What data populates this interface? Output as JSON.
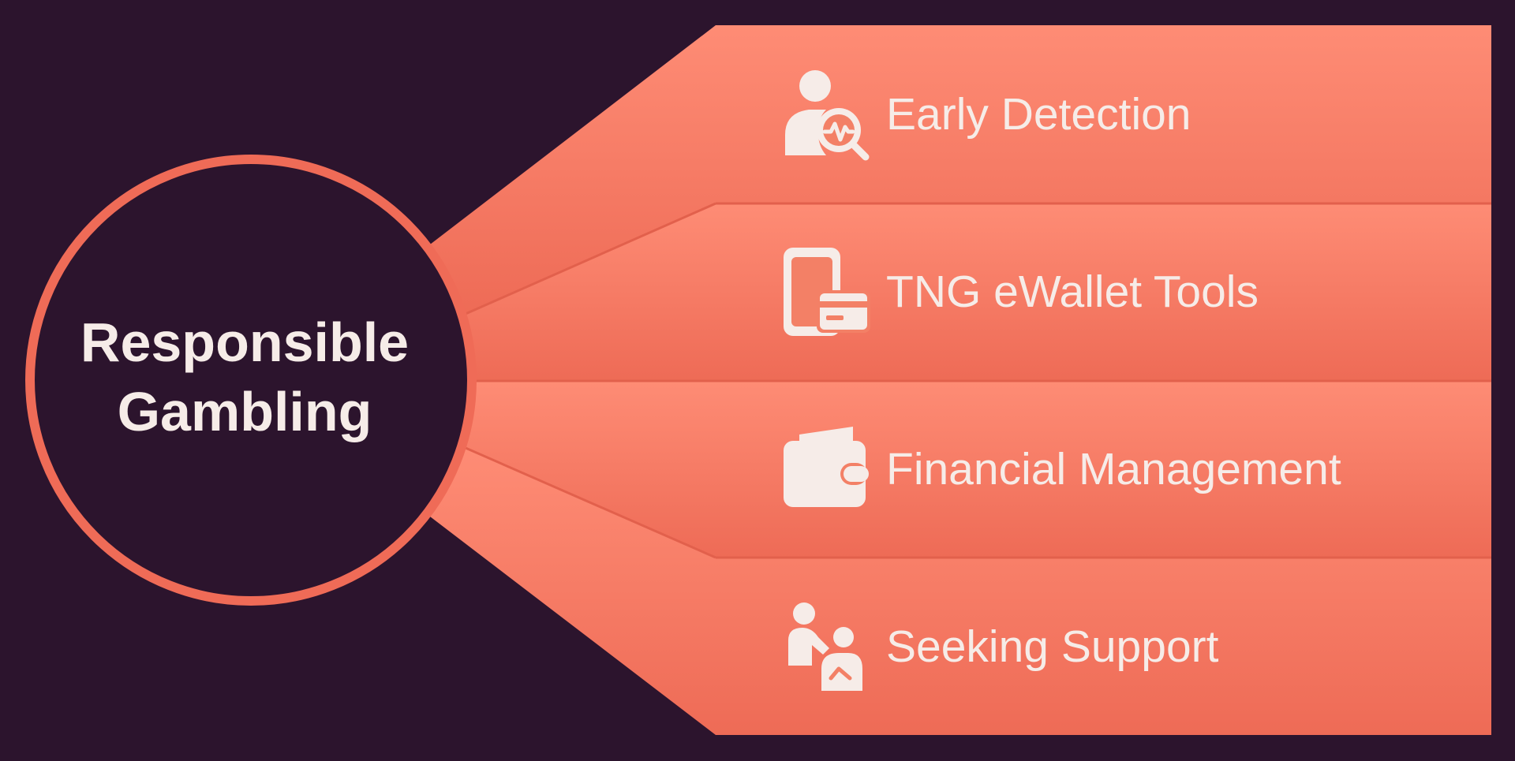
{
  "hub": {
    "line1": "Responsible",
    "line2": "Gambling"
  },
  "items": [
    {
      "label": "Early Detection",
      "icon": "person-search-icon"
    },
    {
      "label": "TNG eWallet Tools",
      "icon": "phone-card-icon"
    },
    {
      "label": "Financial Management",
      "icon": "wallet-icon"
    },
    {
      "label": "Seeking Support",
      "icon": "people-support-icon"
    }
  ],
  "colors": {
    "background": "#2c142d",
    "band_top": "#fe8c75",
    "band_bottom": "#ee6b56",
    "hub_ring": "#ef6b57",
    "hub_fill": "#2c142d",
    "text": "#f6ece8"
  }
}
